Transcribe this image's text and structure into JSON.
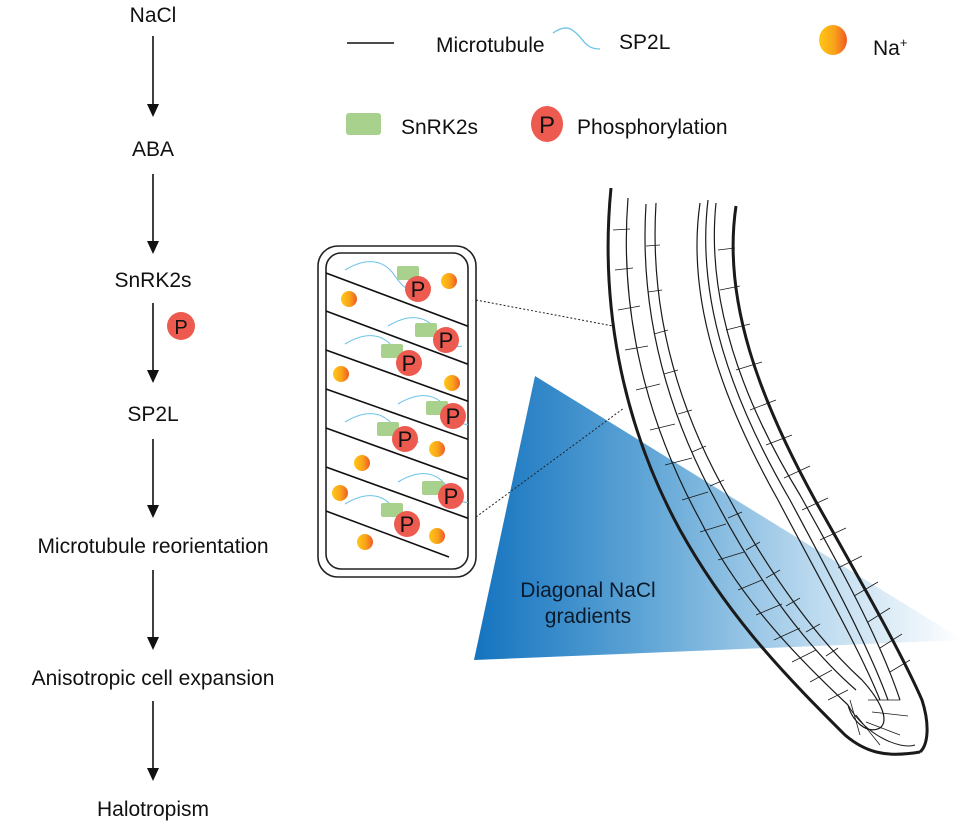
{
  "pathway": {
    "steps": [
      {
        "label": "NaCl"
      },
      {
        "label": "ABA"
      },
      {
        "label": "SnRK2s"
      },
      {
        "label": "SP2L"
      },
      {
        "label": "Microtubule reorientation"
      },
      {
        "label": "Anisotropic cell expansion"
      },
      {
        "label": "Halotropism"
      }
    ],
    "phosphorylation_mark": "P"
  },
  "legend": {
    "microtubule": "Microtubule",
    "sp2l": "SP2L",
    "na_base": "Na",
    "na_sup": "+",
    "snrk2s": "SnRK2s",
    "phosphorylation": "Phosphorylation",
    "p_symbol": "P"
  },
  "cell_inset": {
    "p_symbol": "P",
    "microtubule_count": 7,
    "phospho_count": 7,
    "snrk2_count": 7,
    "na_ion_count": 9
  },
  "gradient": {
    "label_line1": "Diagonal NaCl",
    "label_line2": "gradients"
  },
  "colors": {
    "phospho_red": "#ec5a50",
    "snrk2_green": "#a9d18e",
    "sp2l_blue": "#6cc3e6",
    "na_yellow": "#ffc20e",
    "na_orange": "#f26b21",
    "gradient_blue": "#1777c2"
  }
}
